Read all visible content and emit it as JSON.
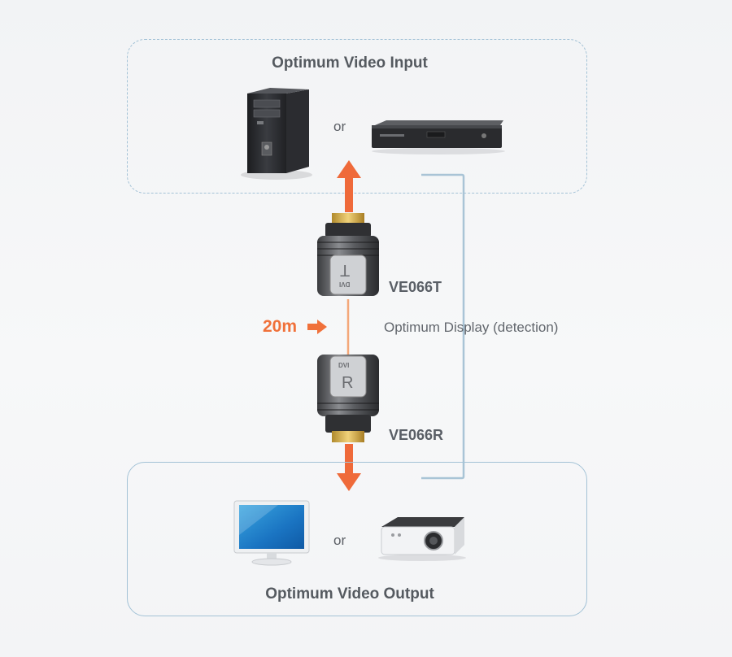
{
  "input_box": {
    "title": "Optimum Video Input",
    "or_label": "or"
  },
  "output_box": {
    "title": "Optimum Video Output",
    "or_label": "or"
  },
  "transmitter": {
    "model": "VE066T",
    "letter": "T",
    "brand": "DVI"
  },
  "receiver": {
    "model": "VE066R",
    "letter": "R",
    "brand": "DVI"
  },
  "distance": {
    "label": "20m"
  },
  "feedback": {
    "label": "Optimum Display (detection)"
  },
  "colors": {
    "arrow": "#ef6a3a",
    "feedback_line": "#a9c4d6",
    "box_border": "#9fbfd3"
  }
}
